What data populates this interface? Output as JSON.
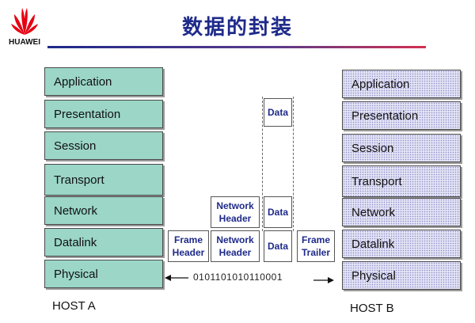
{
  "logo": {
    "text": "HUAWEI"
  },
  "title": "数据的封装",
  "host_a": {
    "label": "HOST A",
    "layers": [
      "Application",
      "Presentation",
      "Session",
      "Transport",
      "Network",
      "Datalink",
      "Physical"
    ]
  },
  "host_b": {
    "label": "HOST B",
    "layers": [
      "Application",
      "Presentation",
      "Session",
      "Transport",
      "Network",
      "Datalink",
      "Physical"
    ]
  },
  "encapsulation": {
    "data_label": "Data",
    "network_header": "Network Header",
    "frame_header": "Frame Header",
    "frame_trailer": "Frame Trailer",
    "bitstream": "0101101010110001"
  },
  "colors": {
    "host_a_fill": "#9bd6c7",
    "host_b_fill": "#e3e3f6",
    "title": "#1e2a8a"
  }
}
